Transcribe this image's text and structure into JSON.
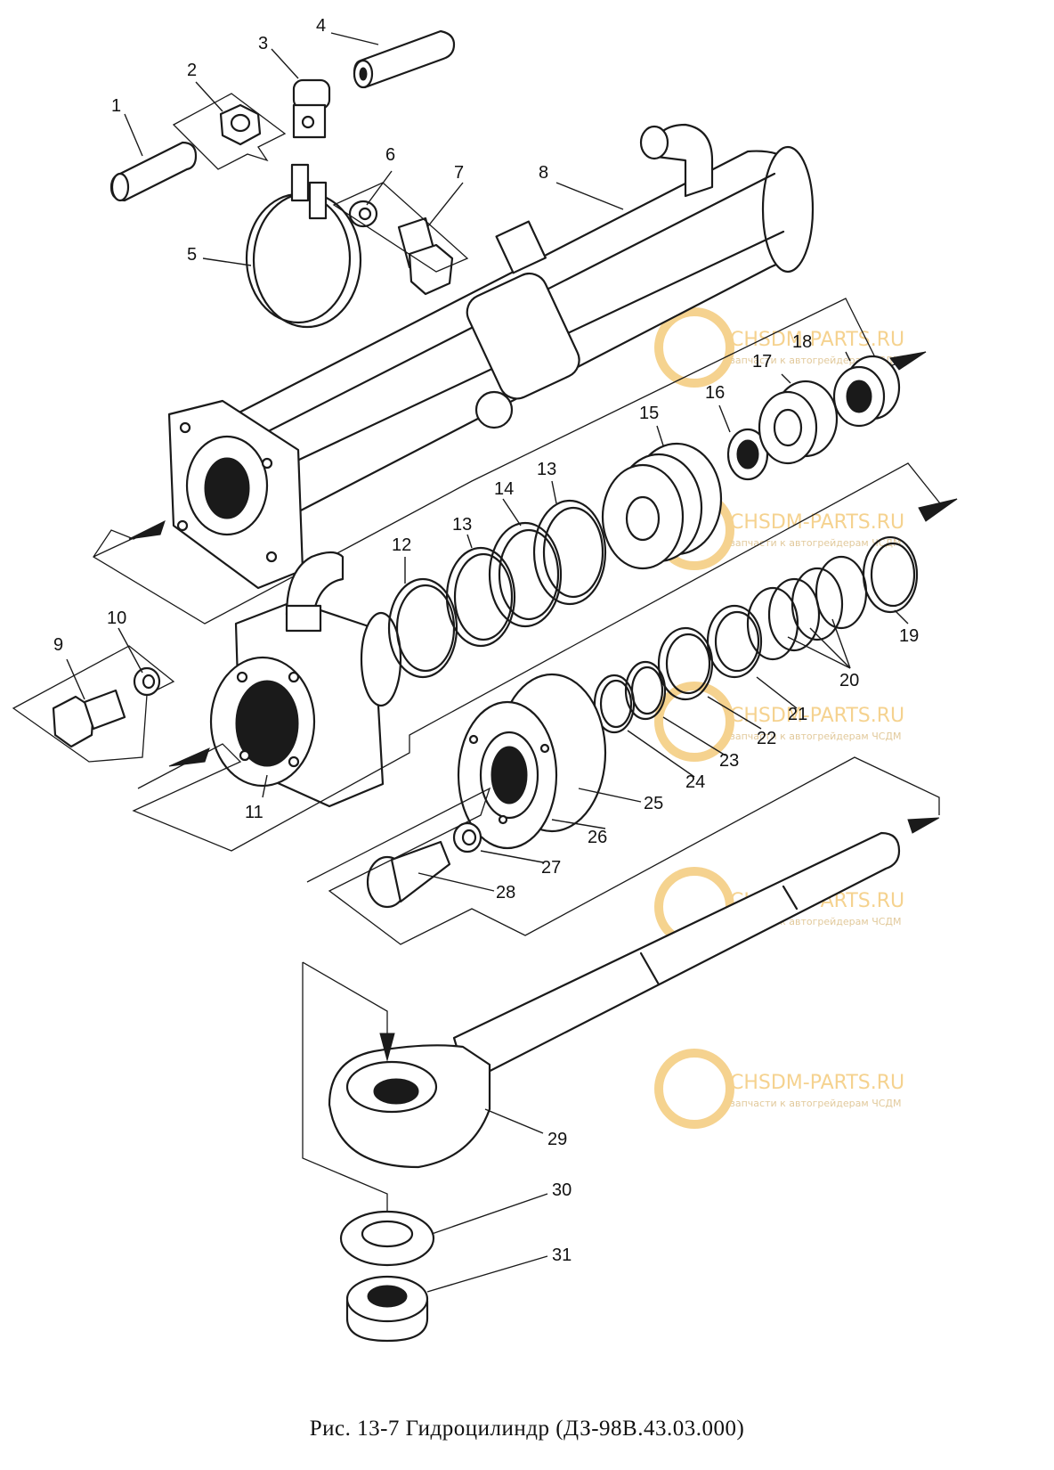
{
  "caption": "Рис. 13-7 Гидроцилиндр (ДЗ-98В.43.03.000)",
  "watermark": {
    "brand": "CHSDM-PARTS.RU",
    "tagline": "запчасти к автогрейдерам ЧСДМ",
    "color": "#f2c46a"
  },
  "callouts": [
    "1",
    "2",
    "3",
    "4",
    "5",
    "6",
    "7",
    "8",
    "9",
    "10",
    "11",
    "12",
    "13",
    "13",
    "14",
    "15",
    "16",
    "17",
    "18",
    "19",
    "20",
    "21",
    "22",
    "23",
    "24",
    "25",
    "26",
    "27",
    "28",
    "29",
    "30",
    "31"
  ]
}
